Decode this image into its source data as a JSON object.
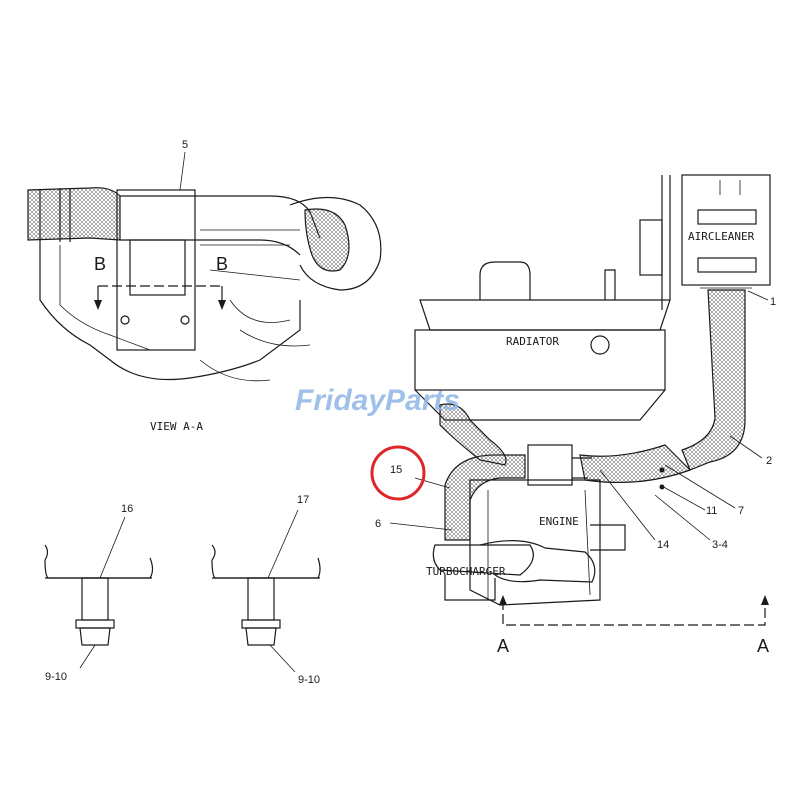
{
  "watermark": "FridayParts",
  "view_label": "VIEW A-A",
  "section_labels": {
    "b_left": "B",
    "b_right": "B",
    "a_left": "A",
    "a_right": "A"
  },
  "component_labels": {
    "radiator": "RADIATOR",
    "aircleaner": "AIRCLEANER",
    "engine": "ENGINE",
    "turbocharger": "TURBOCHARGER"
  },
  "callouts": {
    "c5": "5",
    "c1": "1",
    "c2": "2",
    "c7": "7",
    "c11": "11",
    "c3_4": "3-4",
    "c14": "14",
    "c15": "15",
    "c6": "6",
    "c16": "16",
    "c17": "17",
    "c9_10_left": "9-10",
    "c9_10_right": "9-10"
  },
  "highlight_color": "#e0242a"
}
